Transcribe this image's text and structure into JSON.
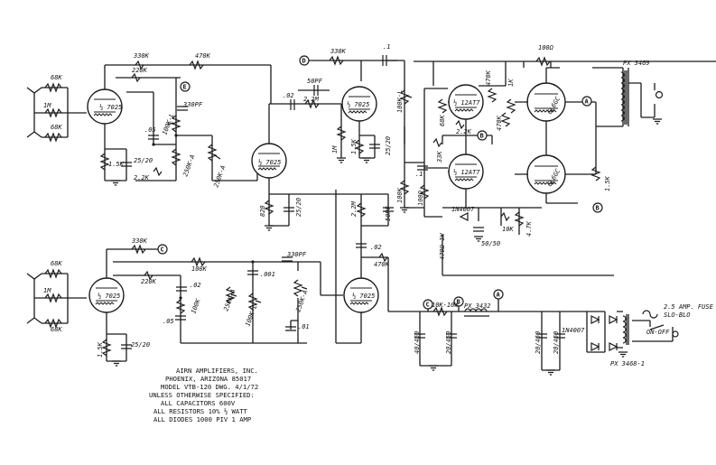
{
  "tube_labels": {
    "v1": "½ 7025",
    "v2": "½ 7025",
    "v3": "½ 7025",
    "v4": "½ 7025",
    "v5": "½ 7025",
    "v6": "½ 12AT7",
    "v7": "½ 12AT7",
    "v8": "6L6GC",
    "v9": "6L6GC"
  },
  "upper_channel": {
    "r_in1": "68K",
    "r_in2": "68K",
    "r_grid": "1M",
    "r_cath": "1.5K",
    "c_cath": "25/20",
    "r_plate": "220K",
    "r_top": "330K",
    "r_mid": "470K",
    "c_bright": "330PF",
    "c_tone": ".05",
    "pot_treble": "100K-L",
    "pot_bass": "250K-A",
    "r_mix": "2.2K",
    "pot_vol": "250K-A",
    "c_mix": "330PF"
  },
  "middle": {
    "c_couple": ".02",
    "c_fb": "50PF",
    "r_fb": "2.2M",
    "r_plate": "330K",
    "r_grid": "1M",
    "r_cath": "1.5K",
    "c_cath": "25/20",
    "c_out": ".1",
    "r_stage": "100K-L",
    "r_mixcath": "820",
    "c_mixcath": "25/20",
    "r_div": "2.2M",
    "c_div": "50PF",
    "c_lower": ".02"
  },
  "lower_channel": {
    "r_in1": "68K",
    "r_in2": "68K",
    "r_grid": "1M",
    "r_cath": "1.5K",
    "c_cath": "25/20",
    "r_top": "330K",
    "r_plate": "220K",
    "r_mid": "100K",
    "c_tone": ".02",
    "c_bright": ".001",
    "c_mid": ".05",
    "r_tone": "100K",
    "pot_treble": "250K-A",
    "pot_bass": "100K-L",
    "pot_vol": "250K-A",
    "c_top": "330PF",
    "c_bottom": ".01",
    "r_out": "470K"
  },
  "power_section": {
    "r_screen": "100Ω",
    "transformer_out": "PX 3469",
    "r_bal1": "470K",
    "r_bal2": "470K",
    "r_pi1": "100K-L",
    "r_pi2": "100K",
    "r_grid1": "68K",
    "r_grid2": "68K",
    "r_bias1": "2.2K",
    "r_bias2": "33K",
    "c_pi": ".1",
    "r_pi_cath": "100Ω",
    "r_feed": "1K",
    "diode": "1N4007",
    "r_bias3": "10K",
    "r_bias4": "4.7K",
    "c_bias": "50/50",
    "r_ground": "1.5K",
    "r_supply": "470Ω-1W",
    "r_filt": "10K-10W",
    "choke": "PX 3432",
    "c_filt1": "40/450",
    "c_filt2": "20/450",
    "c_filt3": "20/450",
    "c_filt4": "20/450",
    "rectifier": "1N4007",
    "transformer_power": "PX 3468-1",
    "fuse": "2.5 AMP. FUSE",
    "fuse_sub": "SLO-BLO",
    "switch": "ON-OFF"
  },
  "nodes": [
    "A",
    "B",
    "C",
    "D",
    "E"
  ],
  "notes": [
    "AIRN AMPLIFIERS, INC.",
    "PHOENIX, ARIZONA  85017",
    "MODEL VTB-120 DWG. 4/1/72",
    "UNLESS OTHERWISE SPECIFIED:",
    "ALL CAPACITORS 600V",
    "ALL RESISTORS 10% ½ WATT",
    "ALL DIODES 1000 PIV 1 AMP"
  ]
}
